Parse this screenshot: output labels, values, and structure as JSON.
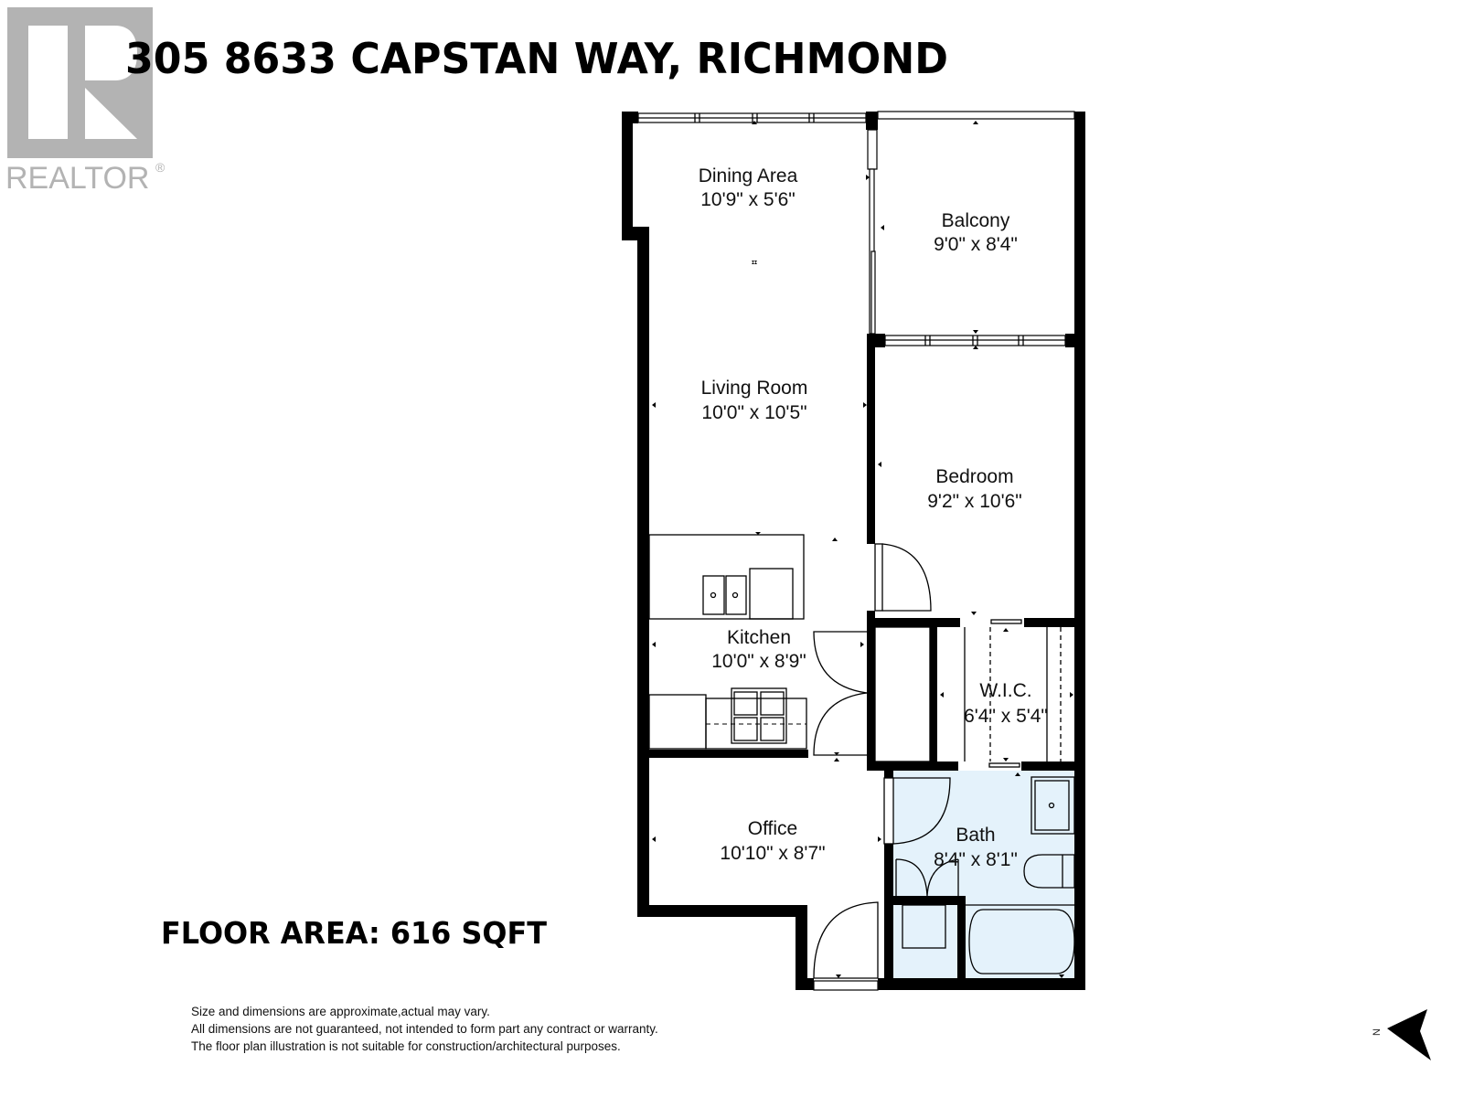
{
  "logo": {
    "text": "REALTOR",
    "registered": "®",
    "color": "#b3b3b3"
  },
  "title": "305 8633 CAPSTAN WAY, RICHMOND",
  "floor_area": "FLOOR AREA: 616 SQFT",
  "rooms": {
    "dining": {
      "name": "Dining Area",
      "dims": "10'9\" x 5'6\""
    },
    "balcony": {
      "name": "Balcony",
      "dims": "9'0\" x 8'4\""
    },
    "living": {
      "name": "Living Room",
      "dims": "10'0\" x 10'5\""
    },
    "bedroom": {
      "name": "Bedroom",
      "dims": "9'2\" x 10'6\""
    },
    "kitchen": {
      "name": "Kitchen",
      "dims": "10'0\" x 8'9\""
    },
    "wic": {
      "name": "W.I.C.",
      "dims": "6'4\" x 5'4\""
    },
    "office": {
      "name": "Office",
      "dims": "10'10\" x 8'7\""
    },
    "bath": {
      "name": "Bath",
      "dims": "8'4\" x 8'1\""
    }
  },
  "disclaimer": [
    "Size and dimensions are approximate,actual may vary.",
    "All dimensions are not guaranteed, not intended to form part any contract or warranty.",
    "The floor plan illustration is not suitable for construction/architectural purposes."
  ],
  "compass": {
    "label": "N"
  },
  "colors": {
    "wall": "#000000",
    "bath_fill": "#e4f2fb"
  }
}
